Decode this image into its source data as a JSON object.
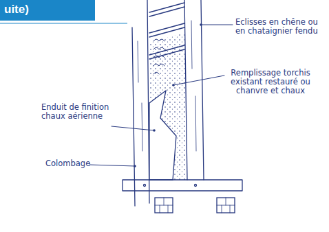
{
  "diagram": {
    "labels": [
      "uite)",
      "Eclisses en chêne ou en chataignier fendu",
      "Remplissage torchis existant restauré ou chanvre et chaux",
      "Enduit de finition chaux aérienne",
      "Colombage"
    ]
  }
}
